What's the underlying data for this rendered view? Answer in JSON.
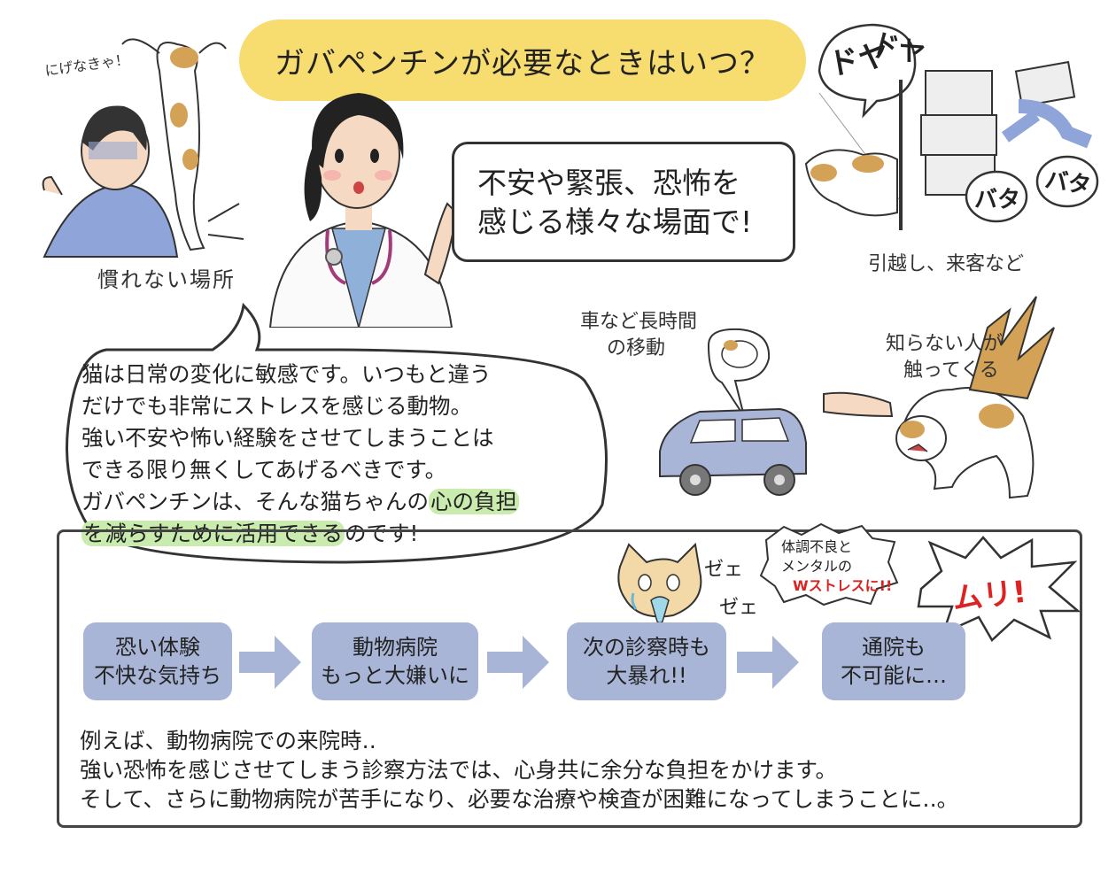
{
  "title": "ガバペンチンが必要なときはいつ？",
  "speech_box": {
    "line1": "不安や緊張、恐怖を",
    "line2": "感じる様々な場面で!"
  },
  "scenes": {
    "unfamiliar_place": "慣れない場所",
    "run_away": "にげなきゃ！",
    "moving_visitors": "引越し、来客など",
    "doya1": "ドヤ",
    "doya2": "ドヤ",
    "bata1": "バタ",
    "bata2": "バタ",
    "car_line1": "車など長時間",
    "car_line2": "の移動",
    "stranger_line1": "知らない人が",
    "stranger_line2": "触ってくる"
  },
  "explanation": {
    "line1": "猫は日常の変化に敏感です。いつもと違う",
    "line2": "だけでも非常にストレスを感じる動物。",
    "line3": "強い不安や怖い経験をさせてしまうことは",
    "line4": "できる限り無くしてあげるべきです。",
    "line5_pre": "ガバペンチンは、そんな猫ちゃんの",
    "line5_hl": "心の負担",
    "line6_hl": "を減らすために活用できる",
    "line6_post": "のです!"
  },
  "flow": [
    {
      "line1": "恐い体験",
      "line2": "不快な気持ち"
    },
    {
      "line1": "動物病院",
      "line2": "もっと大嫌いに"
    },
    {
      "line1": "次の診察時も",
      "line2": "大暴れ!!"
    },
    {
      "line1": "通院も",
      "line2": "不可能に…"
    }
  ],
  "annotations": {
    "zee1": "ゼェ",
    "zee2": "ゼェ",
    "stress_line1": "体調不良と",
    "stress_line2": "メンタルの",
    "stress_line3": "Wストレスに!!",
    "muri": "ムリ!"
  },
  "bottom_text": {
    "line1": "例えば、動物病院での来院時‥",
    "line2": "強い恐怖を感じさせてしまう診察方法では、心身共に余分な負担をかけます。",
    "line3": "そして、さらに動物病院が苦手になり、必要な治療や検査が困難になってしまうことに‥。"
  },
  "colors": {
    "title_bg": "#f7dc6f",
    "flow_box": "#a8b5d6",
    "highlight": "#c9ecae",
    "accent_red": "#d22222"
  }
}
